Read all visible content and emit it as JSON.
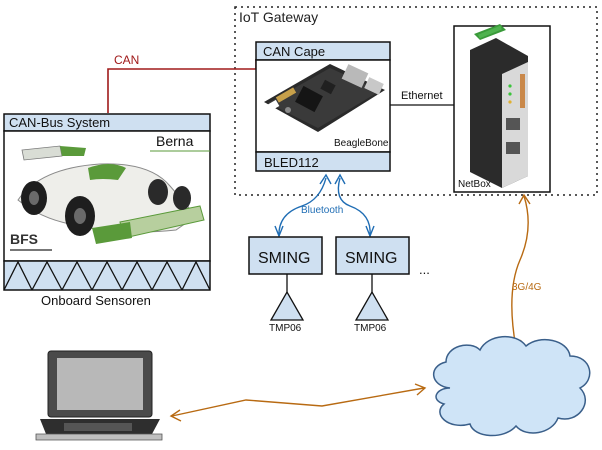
{
  "gateway": {
    "title": "IoT Gateway",
    "can_cape": "CAN Cape",
    "beaglebone": "BeagleBone",
    "bled": "BLED112",
    "netbox": "NetBox",
    "ethernet": "Ethernet"
  },
  "can_bus": {
    "title": "CAN-Bus System",
    "car_name": "Berna",
    "logo_text": "BFS",
    "sensors": "Onboard Sensoren"
  },
  "links": {
    "can": "CAN",
    "bluetooth": "Bluetooth",
    "mobile": "3G/4G"
  },
  "nodes": {
    "sming_1": "SMING",
    "sming_2": "SMING",
    "ellipsis": "...",
    "tmp_1": "TMP06",
    "tmp_2": "TMP06"
  },
  "colors": {
    "box_fill": "#cfe0f1",
    "can_line": "#a01a1a",
    "bluetooth": "#1f6db4",
    "mobile": "#b86a12",
    "cloud_fill": "#cfe4f7",
    "cloud_stroke": "#3a5f8a",
    "car_green": "#5a9a3a"
  }
}
